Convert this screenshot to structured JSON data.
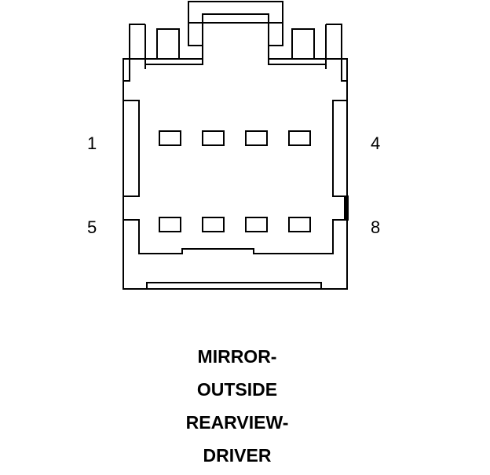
{
  "pin_labels": {
    "top_left": "1",
    "top_right": "4",
    "bottom_left": "5",
    "bottom_right": "8"
  },
  "caption": [
    "MIRROR-",
    "OUTSIDE",
    "REARVIEW-",
    "DRIVER"
  ],
  "colors": {
    "line": "#000000",
    "background": "#ffffff"
  }
}
